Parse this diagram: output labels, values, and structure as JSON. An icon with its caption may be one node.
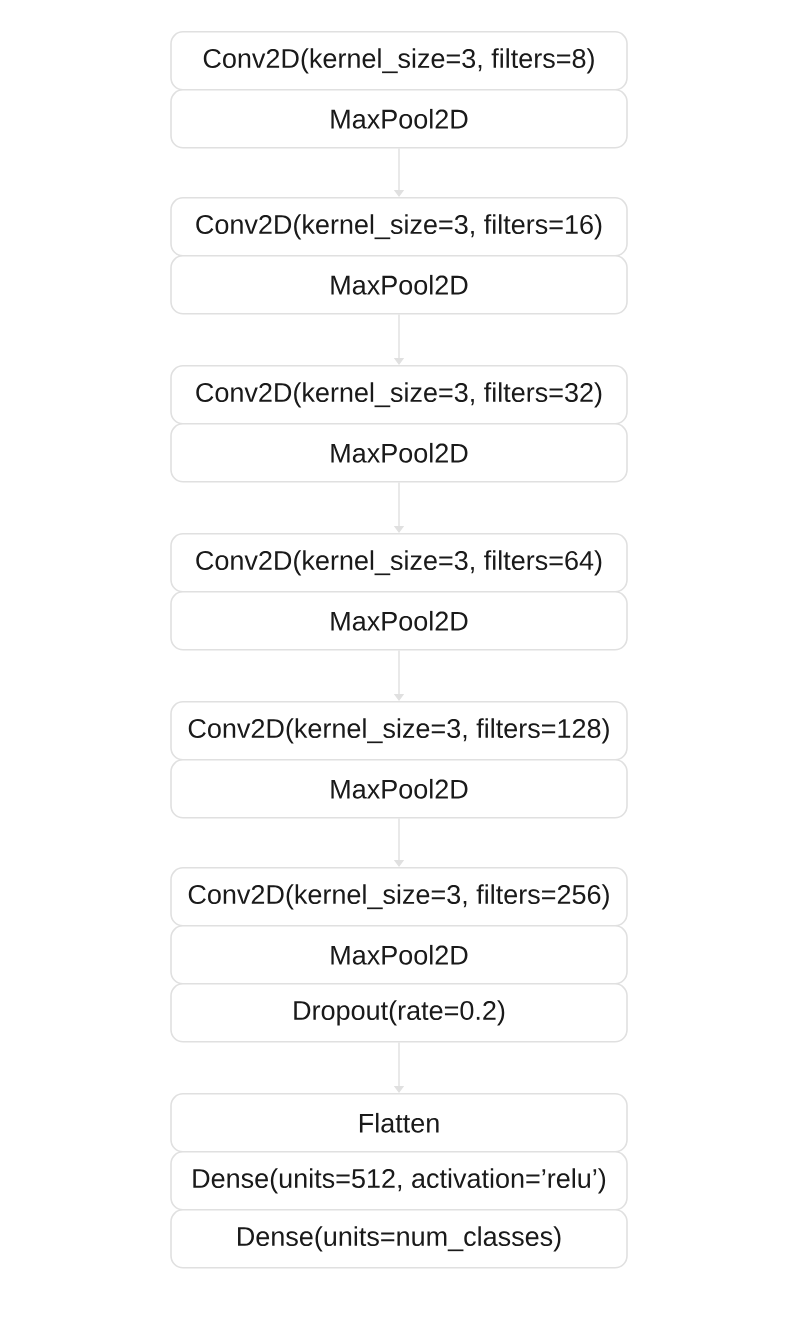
{
  "diagram": {
    "nodes": [
      {
        "text": [
          "Conv2D(kernel_size=3, filters=8)"
        ]
      },
      {
        "text": [
          "MaxPool2D"
        ]
      },
      {
        "text": [
          "Conv2D(kernel_size=3, filters=16)"
        ]
      },
      {
        "text": [
          "MaxPool2D"
        ]
      },
      {
        "text": [
          "Conv2D(kernel_size=3, filters=32)"
        ]
      },
      {
        "text": [
          "MaxPool2D"
        ]
      },
      {
        "text": [
          "Conv2D(kernel_size=3, filters=64)"
        ]
      },
      {
        "text": [
          "MaxPool2D"
        ]
      },
      {
        "text": [
          "Conv2D(kernel_size=3, filters=128)"
        ]
      },
      {
        "text": [
          "MaxPool2D"
        ]
      },
      {
        "text": [
          "Conv2D(kernel_size=3, filters=256)"
        ]
      },
      {
        "text": [
          "MaxPool2D"
        ]
      },
      {
        "text": [
          "Dropout(rate=0.2)"
        ]
      },
      {
        "text": [
          "Flatten"
        ]
      },
      {
        "text": [
          "Dense(units=512, activation=’relu’)"
        ]
      },
      {
        "text": [
          "Dense(units=num_classes)"
        ]
      }
    ],
    "edges": [
      {
        "from": 1,
        "to": 2,
        "arrow": "to"
      },
      {
        "from": 3,
        "to": 4,
        "arrow": "to"
      },
      {
        "from": 5,
        "to": 6,
        "arrow": "to"
      },
      {
        "from": 7,
        "to": 8,
        "arrow": "to"
      },
      {
        "from": 9,
        "to": 10,
        "arrow": "to"
      },
      {
        "from": 12,
        "to": 13,
        "arrow": "to"
      }
    ]
  }
}
